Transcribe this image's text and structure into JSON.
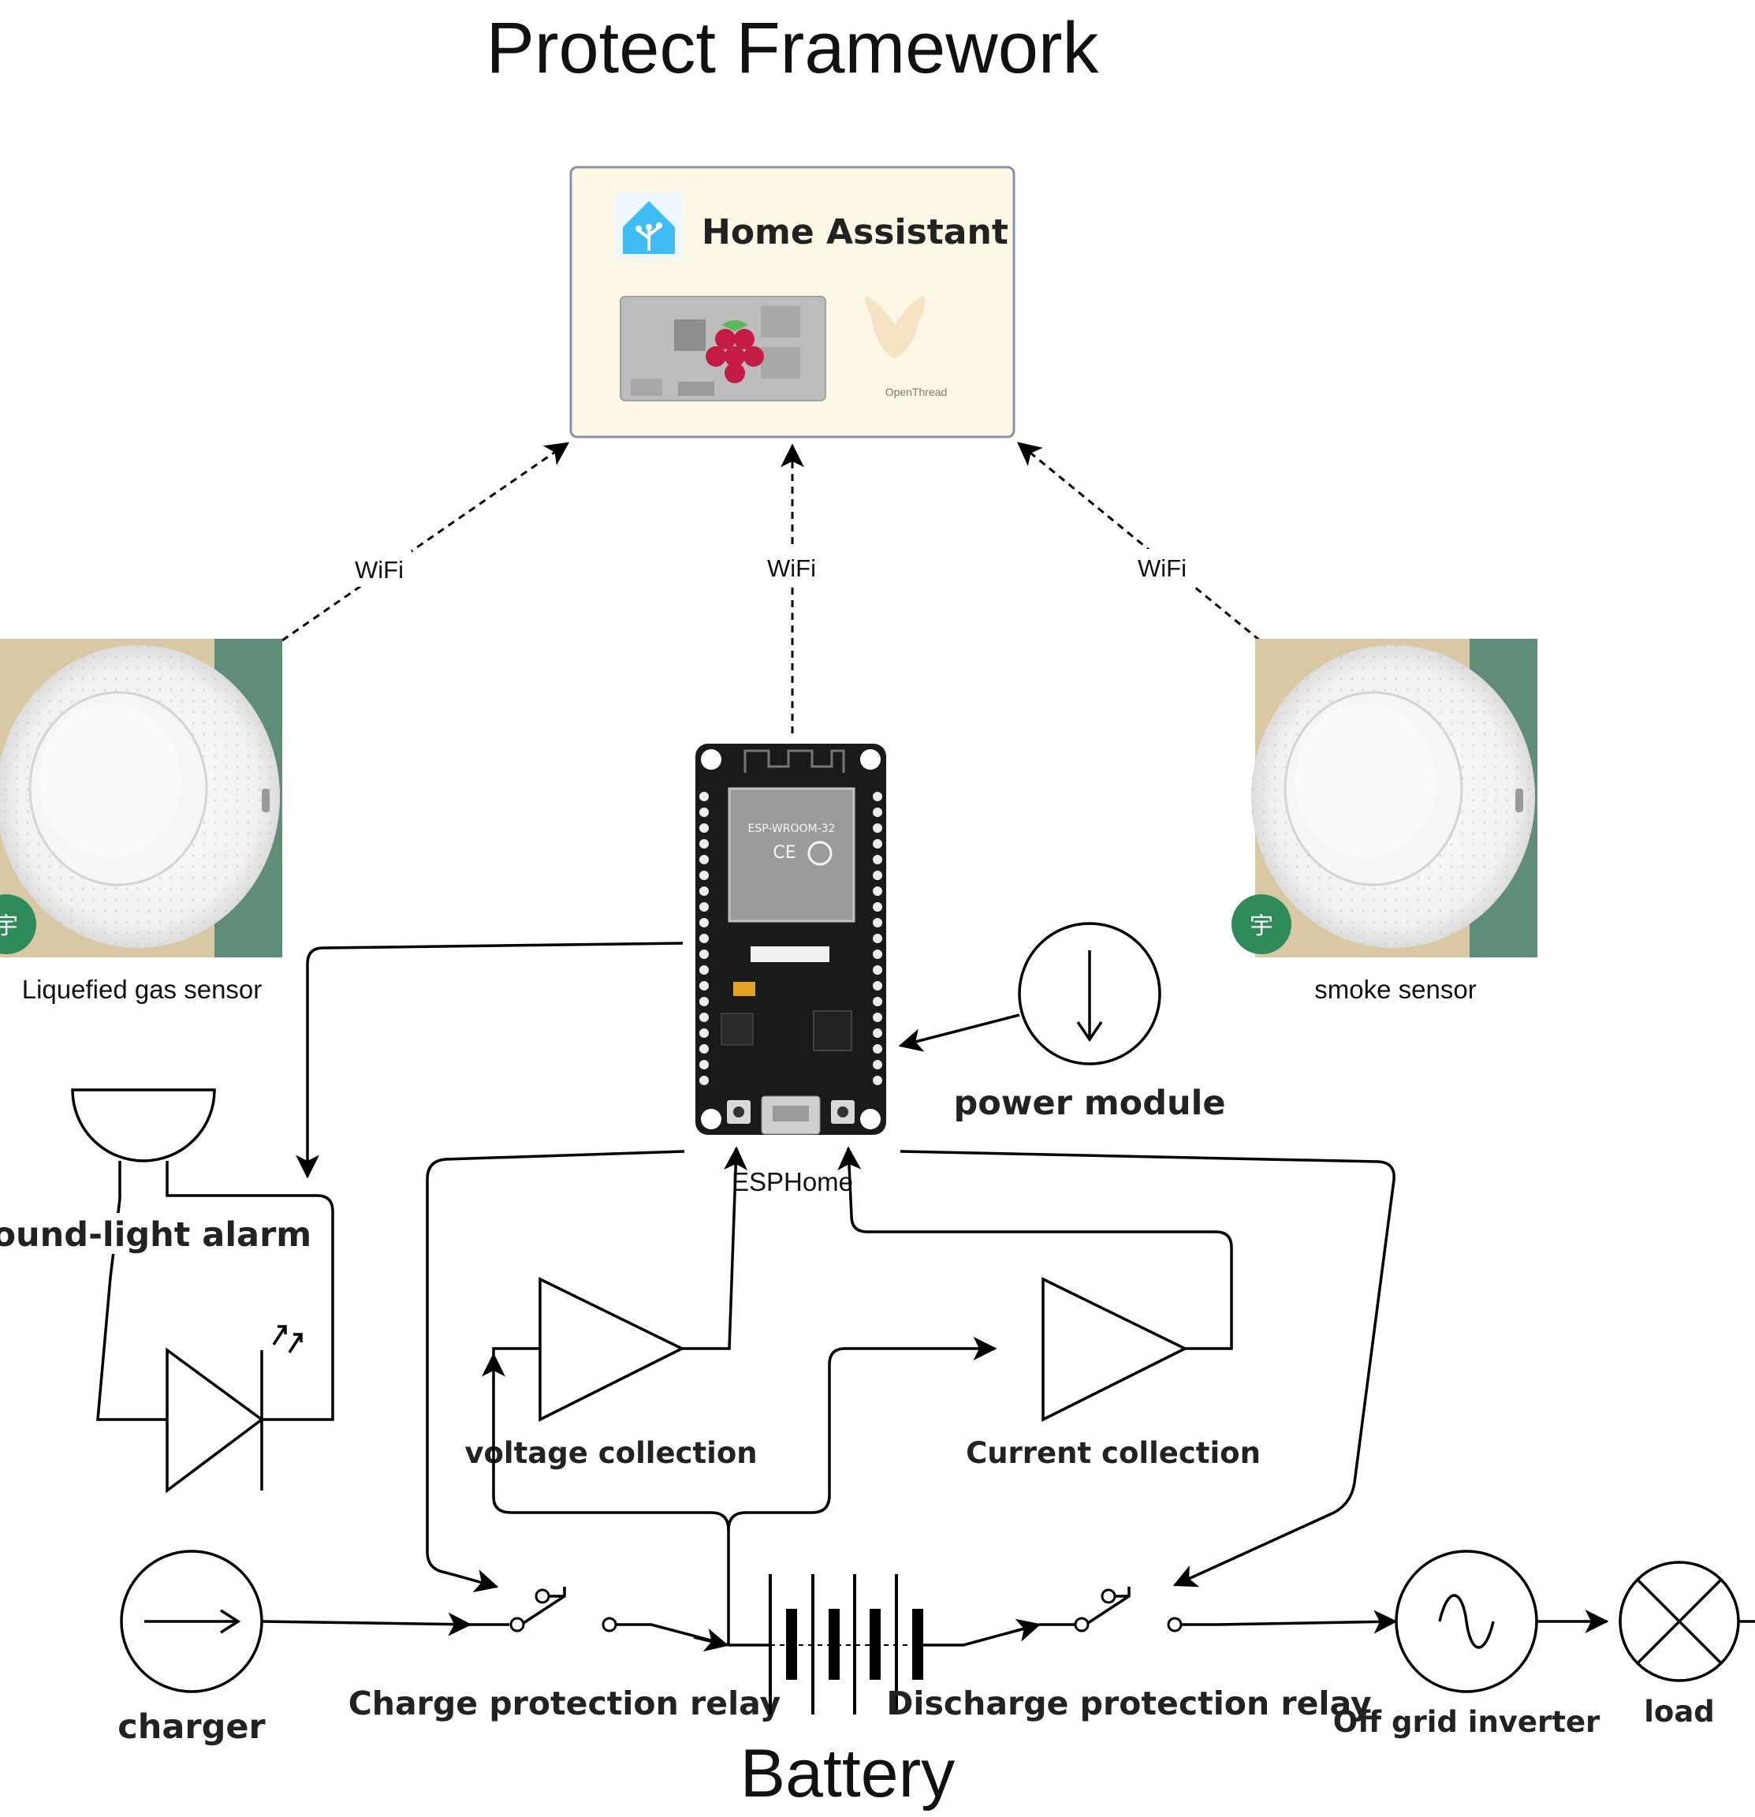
{
  "title": "Protect Framework",
  "home_assistant": {
    "label": "Home Assistant",
    "openthread_label": "OpenThread"
  },
  "wifi_labels": [
    "WiFi",
    "WiFi",
    "WiFi"
  ],
  "sensors": {
    "left_label": "Liquefied gas sensor",
    "right_label": "smoke sensor"
  },
  "esphome_label": "ESPHome",
  "power_module_label": "power module",
  "alarm_label": "sound-light alarm",
  "voltage_label": "voltage collection",
  "current_label": "Current collection",
  "charger_label": "charger",
  "charge_relay_label": "Charge protection relay",
  "battery_label": "Battery",
  "discharge_relay_label": "Discharge protection relay",
  "inverter_label": "Off grid inverter",
  "load_label": "load",
  "colors": {
    "ha_box_fill": "#fdf8e6",
    "ha_box_stroke": "#8a8fb0",
    "ha_logo": "#41bdf5",
    "board": "#1a1a1a",
    "sensor_bg_left": "#d8c8a4",
    "sensor_bg_right": "#5f8d78"
  }
}
